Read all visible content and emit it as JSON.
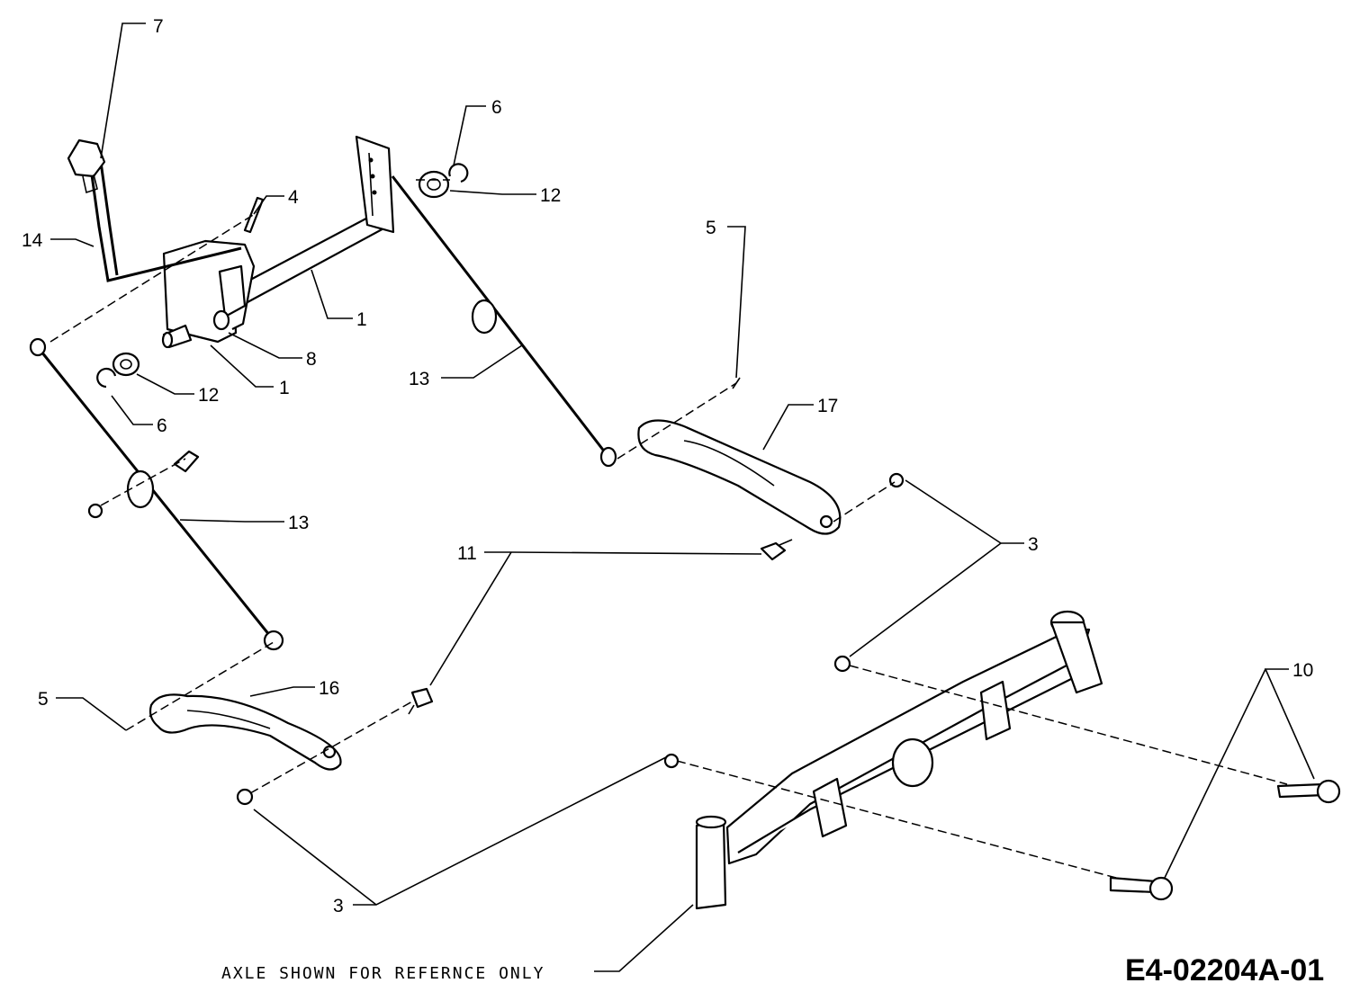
{
  "callouts": {
    "c7": "7",
    "c6_top": "6",
    "c12_top": "12",
    "c4": "4",
    "c14": "14",
    "c5_top": "5",
    "c1_shaft": "1",
    "c8": "8",
    "c1_bracket": "1",
    "c12_left": "12",
    "c6_left": "6",
    "c13_right": "13",
    "c17": "17",
    "c13_left": "13",
    "c11": "11",
    "c3_right": "3",
    "c10": "10",
    "c16": "16",
    "c5_left": "5",
    "c3_bottom": "3"
  },
  "note": "AXLE SHOWN FOR REFERNCE ONLY",
  "drawing_code": "E4-02204A-01"
}
